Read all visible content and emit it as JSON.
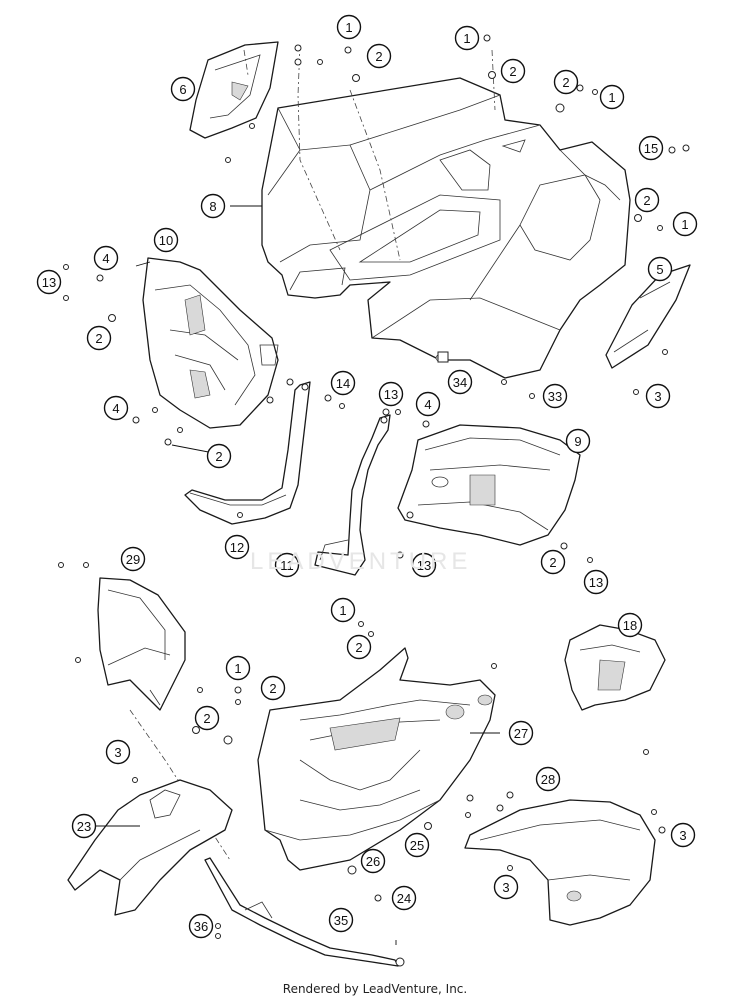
{
  "footer": {
    "rendered_by": "Rendered by LeadVenture, Inc."
  },
  "watermark": {
    "text": "LEADVENTURE"
  },
  "callouts": {
    "c1a": "1",
    "c2a": "2",
    "c1b": "1",
    "c2b": "2",
    "c2c": "2",
    "c1c": "1",
    "c6": "6",
    "c15": "15",
    "c8": "8",
    "c2d": "2",
    "c1d": "1",
    "c10": "10",
    "c4a": "4",
    "c13a": "13",
    "c5": "5",
    "c2e": "2",
    "c34": "34",
    "c33": "33",
    "c3a": "3",
    "c14": "14",
    "c13b": "13",
    "c4b": "4",
    "c4c": "4",
    "c9": "9",
    "c2f": "2",
    "c12": "12",
    "c11": "11",
    "c13c": "13",
    "c2g": "2",
    "c13d": "13",
    "c29": "29",
    "c1e": "1",
    "c18": "18",
    "c2h": "2",
    "c1f": "1",
    "c2i": "2",
    "c2j": "2",
    "c27": "27",
    "c3b": "3",
    "c28": "28",
    "c23": "23",
    "c3c": "3",
    "c25": "25",
    "c26": "26",
    "c3d": "3",
    "c24": "24",
    "c36": "36",
    "c35": "35"
  }
}
